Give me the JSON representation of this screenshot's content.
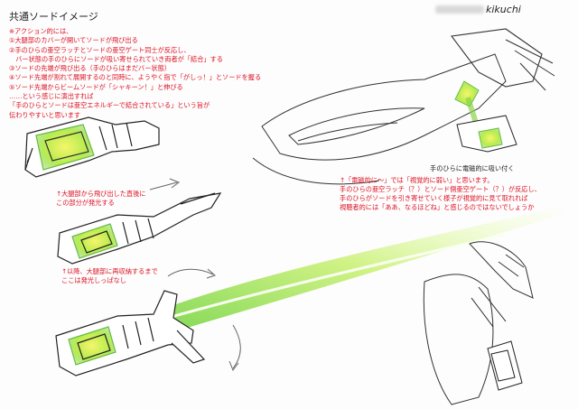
{
  "header": {
    "title": "共通ソードイメージ",
    "author": "kikuchi"
  },
  "action_notes": {
    "heading": "※アクション的には、",
    "lines": [
      "①大腿部のカバーが開いてソードが飛び出る",
      "②手のひらの亜空ラッチとソードの亜空ゲート同士が反応し、",
      "　バー状態の手のひらにソードが吸い寄せられていき両者が「結合」する",
      "③ソードの先端が飛び出る（手のひらはまだバー状態）",
      "④ソード先端が割れて展開するのと同時に、ようやく指で「がしっ！」とソードを握る",
      "⑤ソード先端からビームソードが「シャキーン！」と伸びる",
      "……という感じに演出すれば",
      "「手のひらとソードは亜空エネルギーで結合されている」という旨が",
      "伝わりやすいと思います"
    ]
  },
  "callouts": {
    "eject_note": [
      "↑大腿部から飛び出した直後に",
      "この部分が発光する"
    ],
    "retract_note": [
      "↑以降、大腿部に再収納するまで",
      "ここは発光しっぱなし"
    ],
    "palm_label": "手のひらに電磁的に吸い付く",
    "analysis": [
      "↑「電磁的に～」では「視覚的に弱い」と思います。",
      "手のひらの亜空ラッチ（？）とソード側亜空ゲート（？）が反応し、",
      "手のひらがソードを引き寄せていく様子が視覚的に見て取れれば",
      "視聴者的には「ああ、なるほどね」と感じるのではないでしょうか"
    ]
  },
  "colors": {
    "ink": "#222222",
    "annotation_red": "#dd1122",
    "glow_green": "#9be84a",
    "glow_yellow": "#f2f25a",
    "beam_core": "#f7fff0"
  }
}
